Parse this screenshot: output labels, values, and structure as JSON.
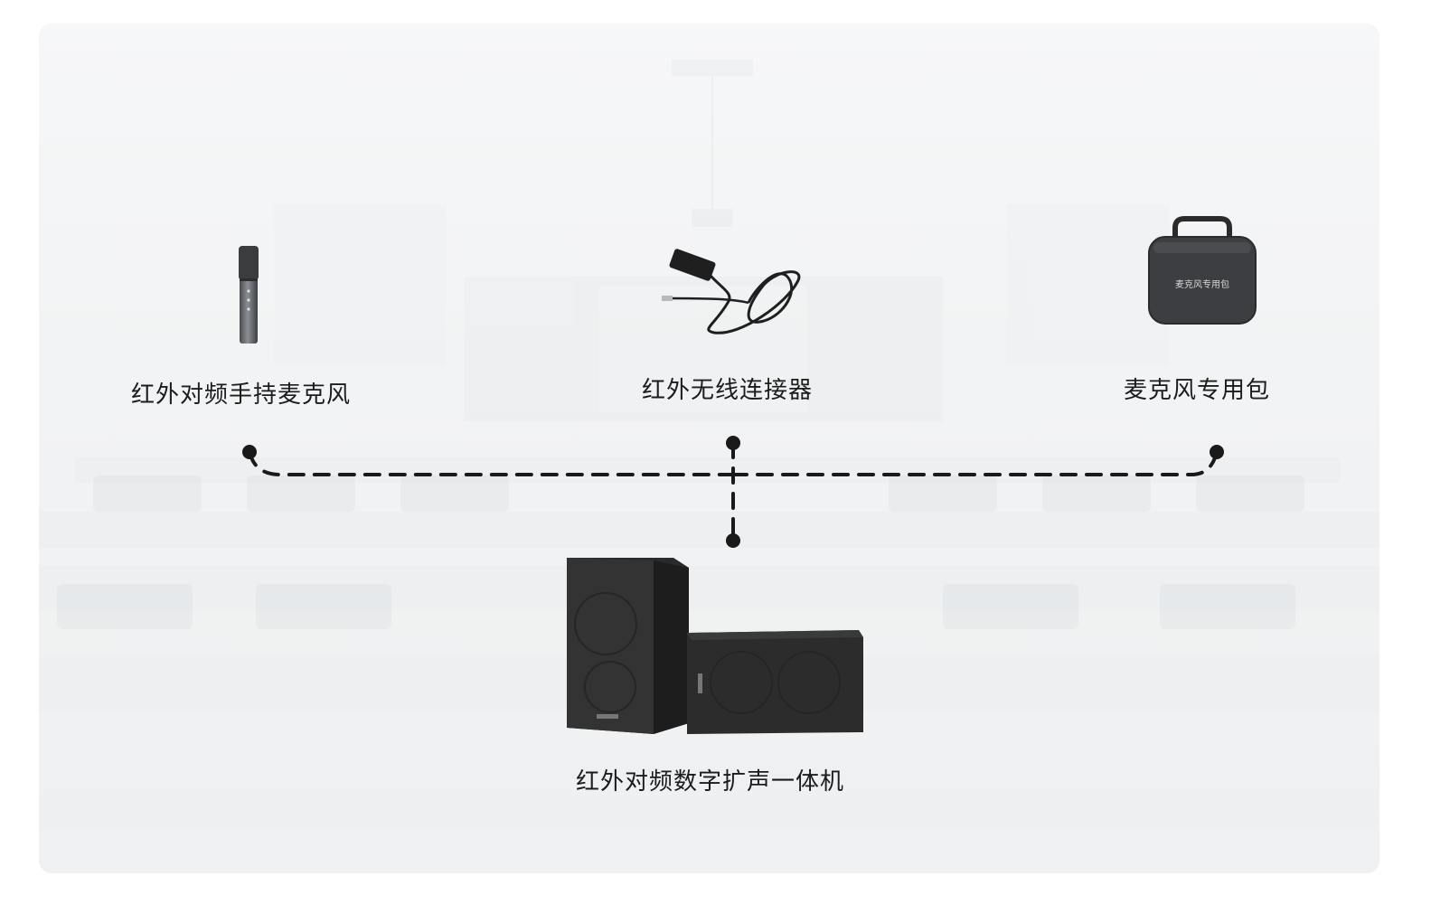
{
  "nodes": {
    "microphone": {
      "label": "红外对频手持麦克风",
      "icon": "handheld-microphone"
    },
    "connector": {
      "label": "红外无线连接器",
      "icon": "wireless-connector-cable"
    },
    "bag": {
      "label": "麦克风专用包",
      "icon": "microphone-case",
      "case_print": "麦克风专用包"
    },
    "speaker": {
      "label": "红外对频数字扩声一体机",
      "icon": "speaker-pair"
    }
  },
  "colors": {
    "line": "#1a1a1a",
    "text": "#1c1c1c",
    "device": "#2a2a2a"
  }
}
